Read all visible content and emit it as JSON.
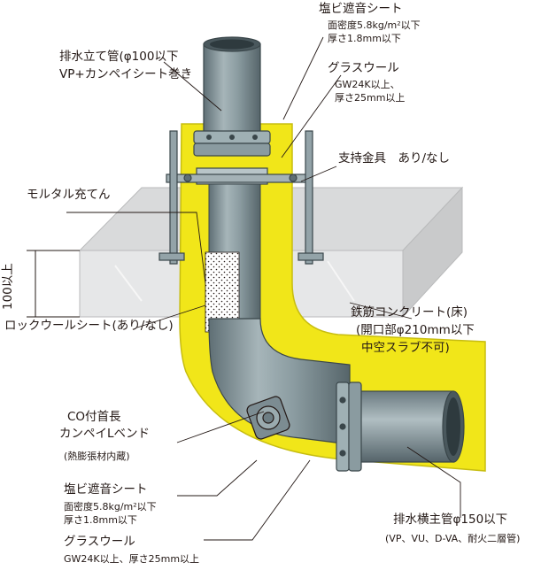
{
  "labels": {
    "stack_pipe": {
      "line1": "排水立て管(φ100以下",
      "line2": "VP+カンペイシート巻き"
    },
    "pvc_sheet_top": {
      "title": "塩ビ遮音シート",
      "line1": "面密度5.8kg/m²以下",
      "line2": "厚さ1.8mm以下"
    },
    "glass_wool_top": {
      "title": "グラスウール",
      "line1": "GW24K以上、",
      "line2": "厚さ25mm以上"
    },
    "support": "支持金具　あり/なし",
    "mortar": "モルタル充てん",
    "height": "100以上",
    "rockwool": "ロックウールシート(あり/なし)",
    "concrete": {
      "line1": "鉄筋コンクリート(床)",
      "line2": "(開口部φ210mm以下",
      "line3": "中空スラブ不可)"
    },
    "bend": {
      "line1": "CO付首長",
      "line2": "カンペイLベンド",
      "line3": "(熱膨張材内蔵)"
    },
    "pvc_sheet_bottom": {
      "title": "塩ビ遮音シート",
      "line1": "面密度5.8kg/m²以下",
      "line2": "厚さ1.8mm以下"
    },
    "glass_wool_bottom": {
      "title": "グラスウール",
      "line1": "GW24K以上、厚さ25mm以上"
    },
    "main_pipe": {
      "line1": "排水横主管φ150以下",
      "line2": "(VP、VU、D-VA、耐火二層管)"
    }
  },
  "colors": {
    "insulation_yellow": "#f1e619",
    "pipe_gray": "#8e9fa4",
    "pipe_dark": "#5e6e74",
    "concrete_top": "#d9dadb",
    "concrete_front": "#e6e7e8",
    "leader_line": "#231815"
  }
}
